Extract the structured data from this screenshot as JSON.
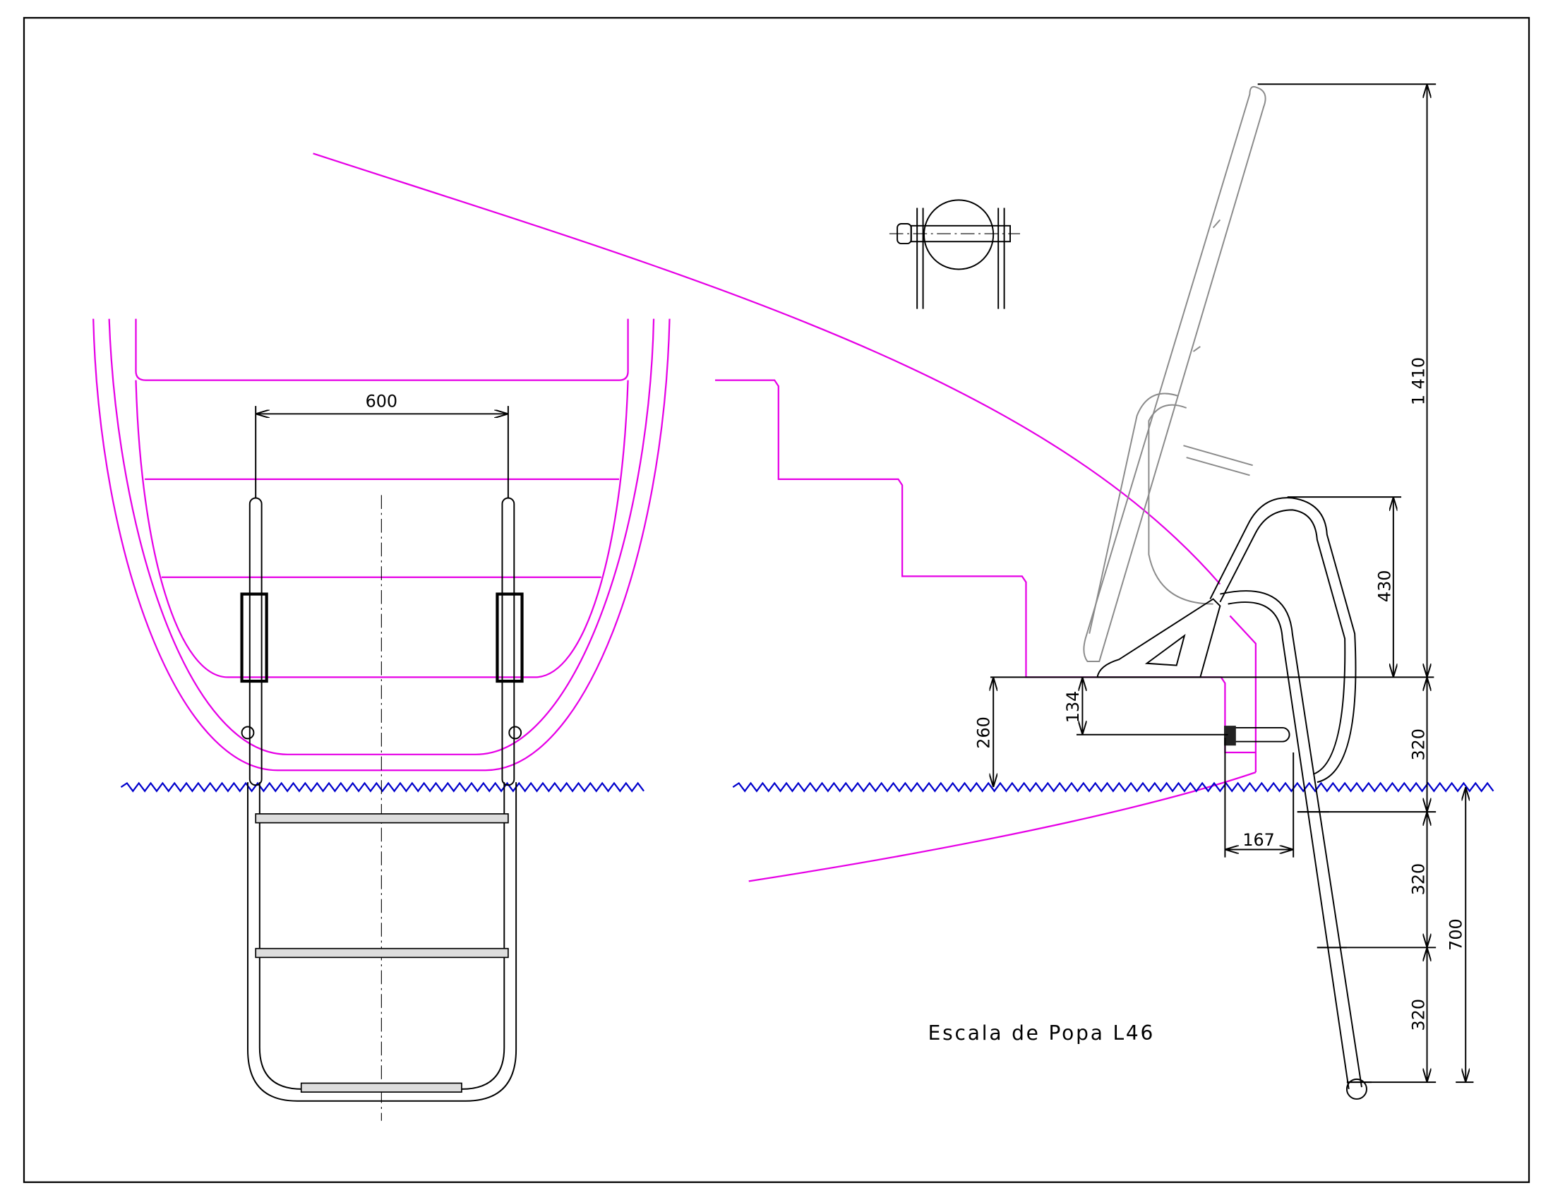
{
  "title": "Escala de Popa L46",
  "colors": {
    "hull": "#e600e6",
    "water": "#0000cc",
    "lines": "#000000",
    "folded": "#8a8a8a"
  },
  "front_view": {
    "width_dim": "600"
  },
  "side_view": {
    "dims": {
      "total_height": "1 410",
      "handrail_height": "430",
      "step_1": "320",
      "step_2": "320",
      "step_3": "320",
      "underwater": "700",
      "deck_to_water": "260",
      "deck_to_mount": "134",
      "mount_offset": "167"
    }
  }
}
